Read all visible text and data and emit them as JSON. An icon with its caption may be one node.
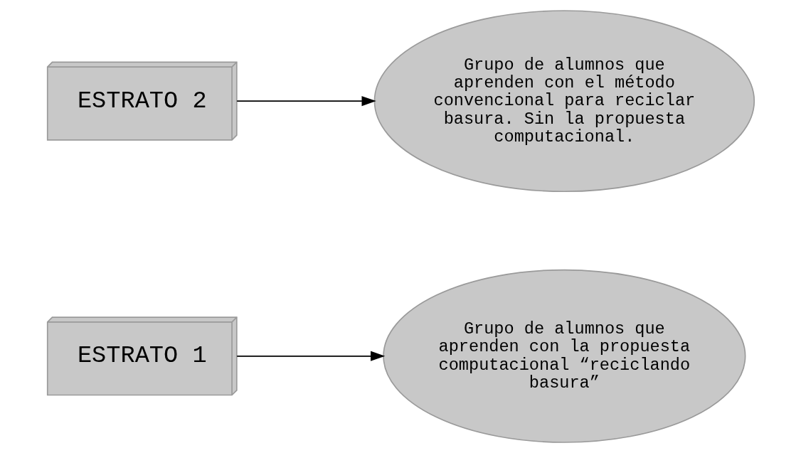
{
  "diagram": {
    "nodes": [
      {
        "text": [
          "ESTRATO 1"
        ]
      },
      {
        "text": [
          "Grupo de alumnos que aprenden con la propuesta computacional “reciclando basura”"
        ]
      },
      {
        "text": [
          "ESTRATO 2"
        ]
      },
      {
        "text": [
          "Grupo de alumnos que aprenden con el método convencional para reciclar basura. Sin la propuesta computacional."
        ]
      }
    ],
    "edges": [
      {
        "from": 0,
        "to": 1,
        "arrow": "to"
      },
      {
        "from": 2,
        "to": 3,
        "arrow": "to"
      }
    ]
  }
}
